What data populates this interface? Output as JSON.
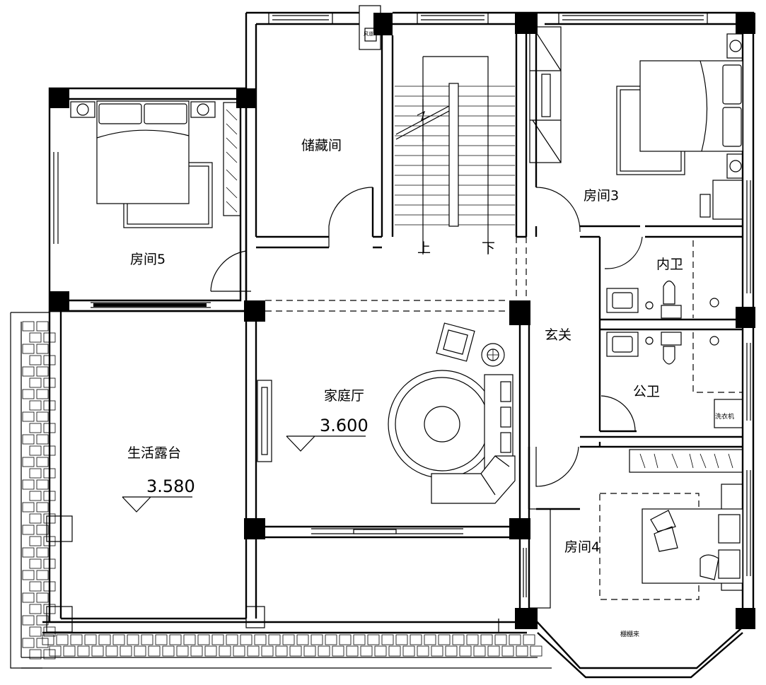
{
  "rooms": {
    "storage": "储藏间",
    "room5": "房间5",
    "room3": "房间3",
    "inner_bath": "内卫",
    "public_bath": "公卫",
    "foyer": "玄关",
    "family_hall": "家庭厅",
    "living_terrace": "生活露台",
    "room4": "房间4"
  },
  "stairs": {
    "up": "上",
    "down": "下"
  },
  "elevations": {
    "family_hall": "3.600",
    "terrace": "3.580"
  },
  "fixtures": {
    "washing_machine": "洗衣机",
    "planter": "棚棚来",
    "shaft": "风道"
  }
}
